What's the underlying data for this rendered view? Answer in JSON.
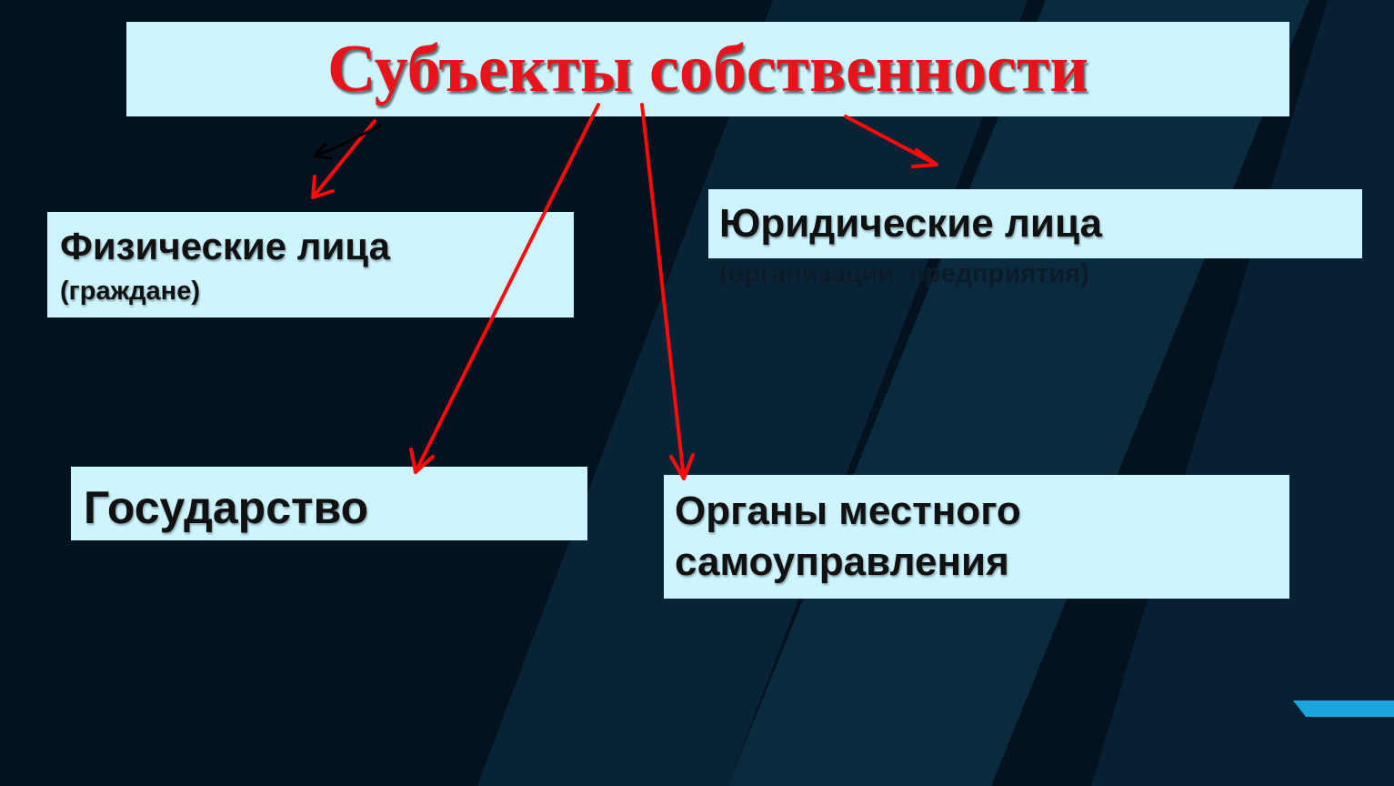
{
  "title": "Субъекты собственности",
  "nodes": {
    "physical": {
      "label": "Физические лица",
      "sub": "(граждане)"
    },
    "legal": {
      "label": "Юридические лица",
      "sub": "(организации, предприятия)"
    },
    "state": {
      "label": "Государство"
    },
    "local": {
      "label": "Органы местного самоуправления"
    }
  },
  "colors": {
    "background": "#04121f",
    "stripe": "#0a2a3d",
    "box": "#cdf5ff",
    "title_text": "#e8141b",
    "arrow": "#ff0a0a",
    "accent": "#1aa6dd"
  }
}
